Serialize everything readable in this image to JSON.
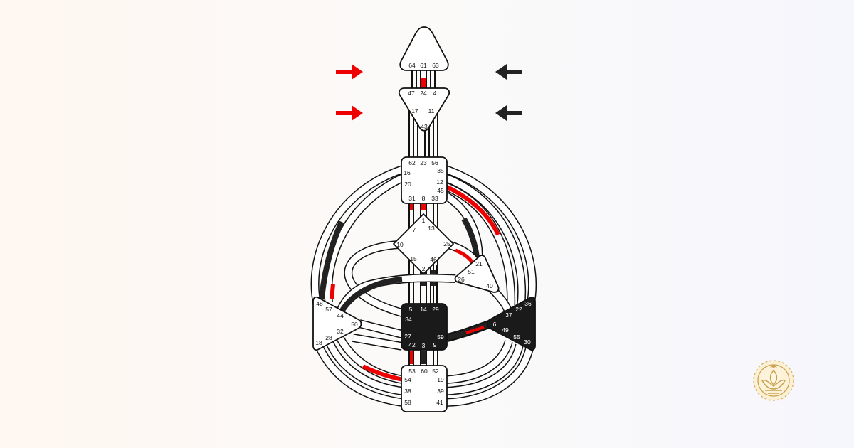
{
  "colors": {
    "defined_red": "#ee0000",
    "defined_black": "#222222",
    "center_fill": "#ffffff",
    "center_dark": "#1a1a1a",
    "outline": "#111111",
    "logo_gold": "#c9a24f"
  },
  "arrows": {
    "top_left": {
      "direction": "right",
      "color": "#ee0000"
    },
    "bottom_left": {
      "direction": "right",
      "color": "#ee0000"
    },
    "top_right": {
      "direction": "left",
      "color": "#222222"
    },
    "bottom_right": {
      "direction": "left",
      "color": "#222222"
    }
  },
  "centers": {
    "head": {
      "gates": [
        "64",
        "61",
        "63"
      ]
    },
    "ajna": {
      "gates": [
        "47",
        "24",
        "4",
        "17",
        "11",
        "43"
      ]
    },
    "throat": {
      "gates": [
        "62",
        "23",
        "56",
        "16",
        "35",
        "20",
        "12",
        "45",
        "31",
        "8",
        "33"
      ]
    },
    "g": {
      "gates": [
        "1",
        "7",
        "13",
        "10",
        "25",
        "15",
        "46",
        "2"
      ]
    },
    "heart": {
      "gates": [
        "21",
        "51",
        "26",
        "40"
      ]
    },
    "spleen": {
      "gates": [
        "48",
        "57",
        "44",
        "50",
        "28",
        "32",
        "18"
      ]
    },
    "sacral": {
      "gates": [
        "5",
        "14",
        "29",
        "34",
        "27",
        "59",
        "42",
        "3",
        "9"
      ]
    },
    "solar_plexus": {
      "gates": [
        "36",
        "22",
        "37",
        "6",
        "49",
        "55",
        "30"
      ]
    },
    "root": {
      "gates": [
        "53",
        "60",
        "52",
        "54",
        "19",
        "38",
        "39",
        "58",
        "41"
      ]
    }
  },
  "logo": {
    "name": "lotus-logo-icon"
  }
}
